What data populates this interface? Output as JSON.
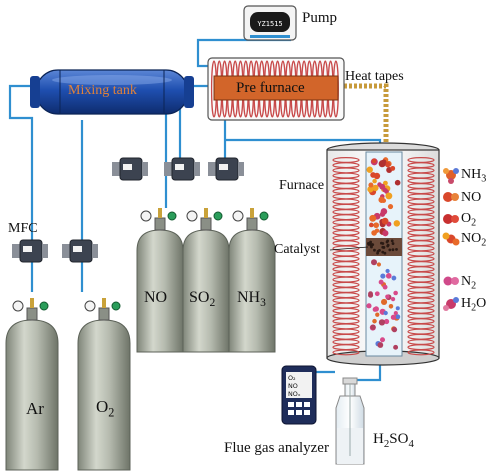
{
  "labels": {
    "pump": "Pump",
    "pump_display": "YZ1515",
    "heat_tapes": "Heat tapes",
    "mixing_tank": "Mixing tank",
    "pre_furnace": "Pre furnace",
    "furnace": "Furnace",
    "catalyst": "Catalyst",
    "mfc": "MFC",
    "flue_gas_analyzer": "Flue gas analyzer"
  },
  "analyzer_screen": [
    "O₂",
    "NO",
    "NOₓ"
  ],
  "cylinders": [
    {
      "id": "ar",
      "base": "Ar",
      "sub": ""
    },
    {
      "id": "o2",
      "base": "O",
      "sub": "2"
    },
    {
      "id": "no",
      "base": "NO",
      "sub": ""
    },
    {
      "id": "so2",
      "base": "SO",
      "sub": "2"
    },
    {
      "id": "nh3",
      "base": "NH",
      "sub": "3"
    }
  ],
  "legend": [
    {
      "id": "nh3",
      "base": "NH",
      "sub": "3"
    },
    {
      "id": "no",
      "base": "NO",
      "sub": ""
    },
    {
      "id": "o2",
      "base": "O",
      "sub": "2"
    },
    {
      "id": "no2",
      "base": "NO",
      "sub": "2"
    },
    {
      "id": "n2",
      "base": "N",
      "sub": "2"
    },
    {
      "id": "h2o",
      "base": "H",
      "sub": "2",
      "tail": "O"
    }
  ],
  "acid_bottle": {
    "base": "H",
    "sub": "2",
    "mid": "SO",
    "sub2": "4"
  },
  "colors": {
    "pipe": "#2f8fd0",
    "tank": "#1d4fa8",
    "tank_text": "#e0823a",
    "furnace_core": "#d2652a",
    "heating_coil": "#c84a4a",
    "cylinder": "#b8bdb2",
    "heat_tape": "#c79a3a",
    "mfc_body": "#3c4350"
  }
}
